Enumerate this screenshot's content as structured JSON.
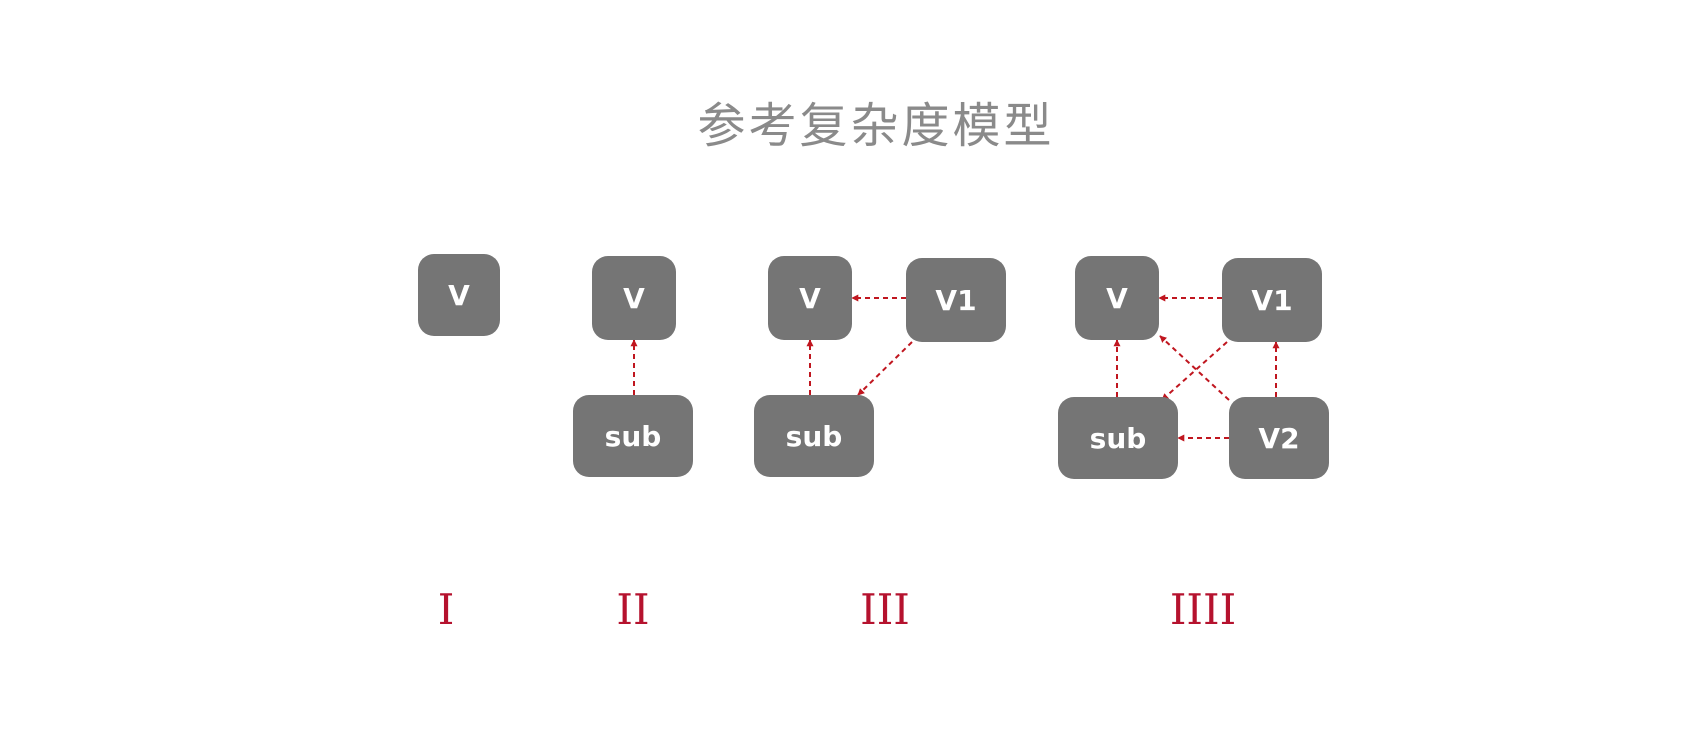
{
  "title": "参考复杂度模型",
  "colors": {
    "node_fill": "#757575",
    "node_text": "#ffffff",
    "arrow": "#c0161f",
    "roman": "#b5122e",
    "title": "#8a8a8a"
  },
  "groups": [
    {
      "numeral": "I",
      "nodes": [
        {
          "id": "g1-v",
          "label": "V"
        }
      ],
      "edges": []
    },
    {
      "numeral": "II",
      "nodes": [
        {
          "id": "g2-v",
          "label": "V"
        },
        {
          "id": "g2-sub",
          "label": "sub"
        }
      ],
      "edges": [
        {
          "from": "g2-sub",
          "to": "g2-v"
        }
      ]
    },
    {
      "numeral": "III",
      "nodes": [
        {
          "id": "g3-v",
          "label": "V"
        },
        {
          "id": "g3-v1",
          "label": "V1"
        },
        {
          "id": "g3-sub",
          "label": "sub"
        }
      ],
      "edges": [
        {
          "from": "g3-v1",
          "to": "g3-v"
        },
        {
          "from": "g3-sub",
          "to": "g3-v"
        },
        {
          "from": "g3-v1",
          "to": "g3-sub"
        }
      ]
    },
    {
      "numeral": "IIII",
      "nodes": [
        {
          "id": "g4-v",
          "label": "V"
        },
        {
          "id": "g4-v1",
          "label": "V1"
        },
        {
          "id": "g4-sub",
          "label": "sub"
        },
        {
          "id": "g4-v2",
          "label": "V2"
        }
      ],
      "edges": [
        {
          "from": "g4-v1",
          "to": "g4-v"
        },
        {
          "from": "g4-sub",
          "to": "g4-v"
        },
        {
          "from": "g4-v2",
          "to": "g4-v"
        },
        {
          "from": "g4-v1",
          "to": "g4-sub"
        },
        {
          "from": "g4-v2",
          "to": "g4-v1"
        },
        {
          "from": "g4-v2",
          "to": "g4-sub"
        }
      ]
    }
  ]
}
